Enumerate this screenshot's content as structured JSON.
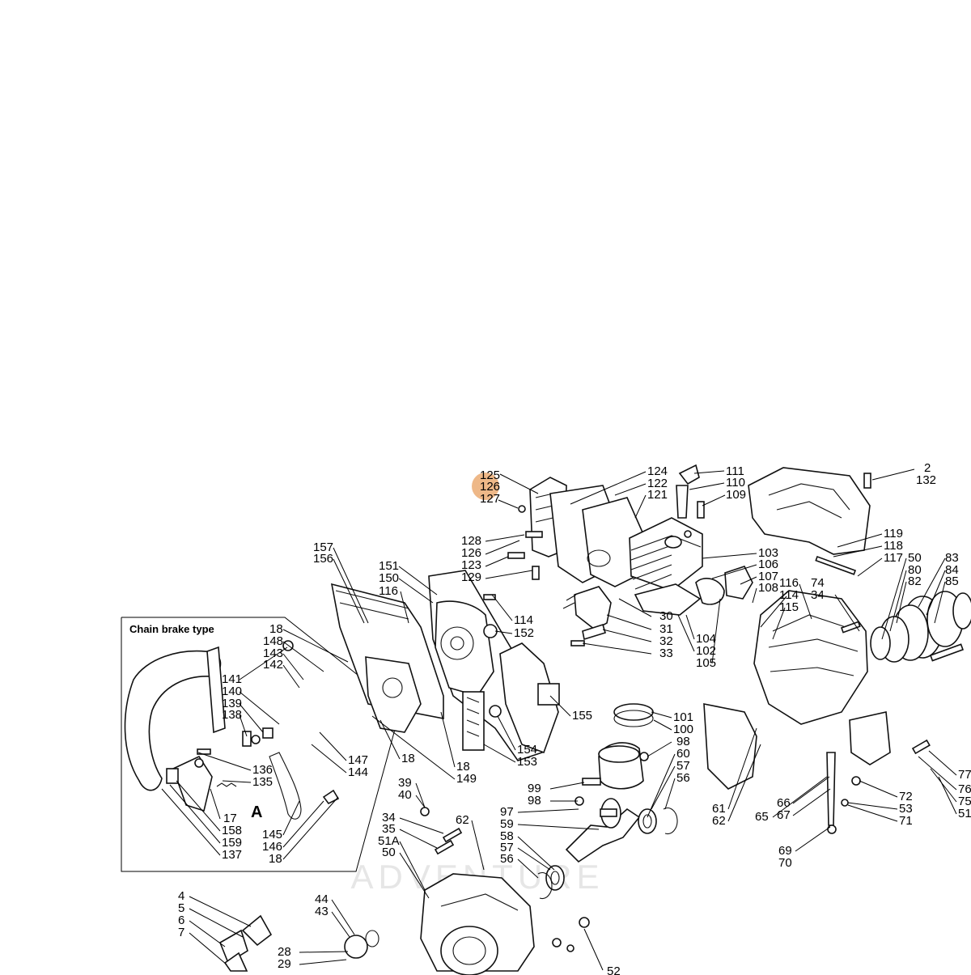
{
  "diagram": {
    "inset_title": "Chain brake type",
    "inset_letter": "A",
    "watermark": "ADVENTURE",
    "highlight_color": "#e8a060",
    "labels": [
      "2",
      "132",
      "111",
      "110",
      "109",
      "124",
      "122",
      "121",
      "125",
      "126",
      "127",
      "128",
      "126",
      "123",
      "129",
      "103",
      "106",
      "107",
      "108",
      "116",
      "114",
      "115",
      "74",
      "34",
      "119",
      "118",
      "117",
      "50",
      "80",
      "82",
      "83",
      "84",
      "85",
      "157",
      "156",
      "151",
      "150",
      "116",
      "114",
      "152",
      "30",
      "31",
      "32",
      "33",
      "104",
      "102",
      "105",
      "18",
      "148",
      "143",
      "142",
      "141",
      "140",
      "139",
      "138",
      "136",
      "135",
      "17",
      "158",
      "159",
      "137",
      "147",
      "144",
      "145",
      "146",
      "18",
      "18",
      "18",
      "149",
      "155",
      "154",
      "153",
      "101",
      "100",
      "98",
      "60",
      "57",
      "56",
      "99",
      "98",
      "97",
      "59",
      "58",
      "57",
      "56",
      "39",
      "40",
      "34",
      "35",
      "51A",
      "50",
      "62",
      "61",
      "62",
      "65",
      "66",
      "67",
      "69",
      "70",
      "72",
      "53",
      "71",
      "77",
      "76",
      "75",
      "51",
      "4",
      "5",
      "6",
      "7",
      "44",
      "43",
      "28",
      "29",
      "52"
    ]
  }
}
